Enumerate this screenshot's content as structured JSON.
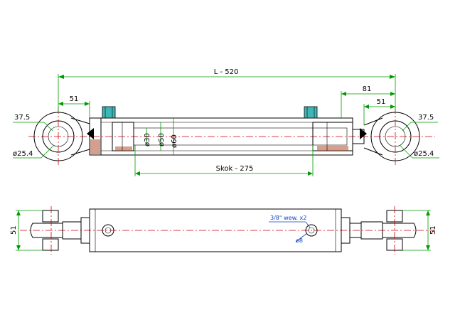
{
  "colors": {
    "dimension": "#009a00",
    "outline": "#000000",
    "centerline": "#d00000",
    "port": "#3fb6b6",
    "hatch": "#b05030",
    "note": "#1040c0"
  },
  "dimensions": {
    "overall_length": "L - 520",
    "right_offset": "81",
    "left_eye_offset": "51",
    "right_eye_offset": "51",
    "left_eye_radius": "37.5",
    "right_eye_radius": "37.5",
    "left_pin_dia": "ø25.4",
    "right_pin_dia": "ø25.4",
    "rod_dia": "ø30",
    "bore_dia": "ø50",
    "tube_dia": "ø60",
    "stroke": "Skok - 275",
    "bottom_left_width": "51",
    "bottom_right_width": "51"
  },
  "notes": {
    "port_thread": "3/8\" wew. x2",
    "port_hole": "ø8"
  }
}
